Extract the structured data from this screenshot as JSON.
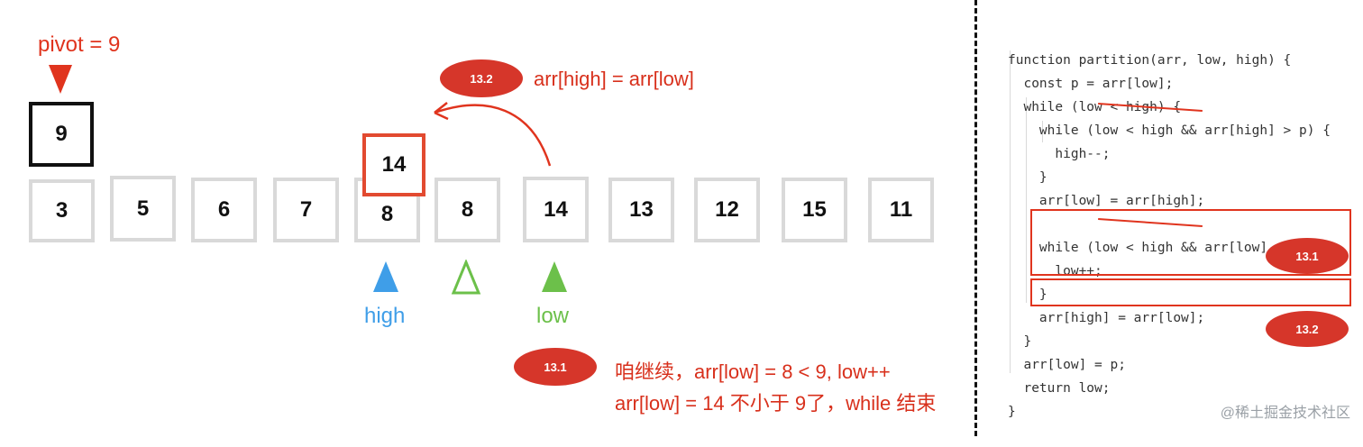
{
  "pivot": {
    "label": "pivot = 9",
    "value": "9"
  },
  "array": [
    "3",
    "5",
    "6",
    "7",
    "8",
    "8",
    "14",
    "13",
    "12",
    "15",
    "11"
  ],
  "moved_value": "14",
  "pointers": {
    "high": "high",
    "low": "low"
  },
  "step_132": {
    "badge": "13.2",
    "text": "arr[high] = arr[low]"
  },
  "step_131": {
    "badge": "13.1",
    "line1": "咱继续，arr[low] = 8 < 9, low++",
    "line2": "arr[low] = 14 不小于 9了，while 结束"
  },
  "code": {
    "lines": [
      "function partition(arr, low, high) {",
      "  const p = arr[low];",
      "  while (low < high) {",
      "    while (low < high && arr[high] > p) {",
      "      high--;",
      "    }",
      "    arr[low] = arr[high];",
      "",
      "    while (low < high && arr[low] <= p) {",
      "      low++;",
      "    }",
      "    arr[high] = arr[low];",
      "  }",
      "  arr[low] = p;",
      "  return low;",
      "}"
    ],
    "badge_131": "13.1",
    "badge_132": "13.2"
  },
  "watermark": "@稀土掘金技术社区",
  "colors": {
    "red": "#d6362a",
    "blue": "#3f9ee8",
    "green": "#6cc04a",
    "gray": "#d9d9d9"
  }
}
